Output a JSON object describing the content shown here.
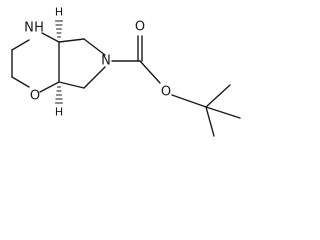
{
  "molecule": {
    "atoms": {
      "N_ring": "N",
      "H_ring": "H",
      "O_ring": "O",
      "N_pyrrolidine": "N",
      "O_carbonyl": "O",
      "O_ester": "O",
      "H_stereo_top": "H",
      "H_stereo_bottom": "H"
    }
  }
}
